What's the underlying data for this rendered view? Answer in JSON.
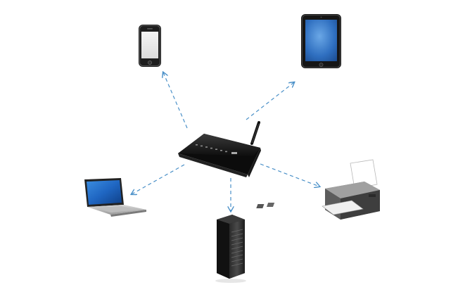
{
  "diagram": {
    "type": "network-hub",
    "hub": {
      "device": "wireless-router",
      "label": ""
    },
    "devices": [
      {
        "id": "smartphone",
        "direction": "router-to-device"
      },
      {
        "id": "tablet",
        "direction": "router-to-device"
      },
      {
        "id": "laptop",
        "direction": "router-to-device"
      },
      {
        "id": "server",
        "direction": "router-to-device"
      },
      {
        "id": "printer",
        "direction": "router-to-device"
      }
    ],
    "connector_style": "dashed-arrow",
    "colors": {
      "background": "#ffffff",
      "connector": "#4a90c8",
      "device_body": "#1c1c1c",
      "screen_blue": "#2f6fc0"
    }
  }
}
